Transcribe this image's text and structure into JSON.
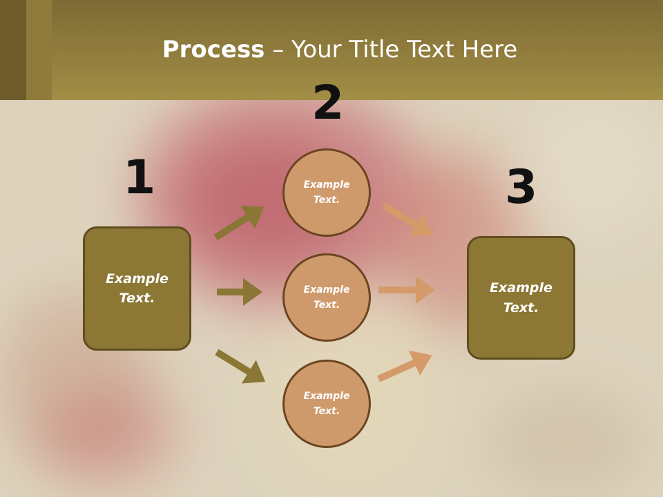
{
  "title": {
    "bold": "Process",
    "rest": " – Your Title Text Here"
  },
  "steps": {
    "one": "1",
    "two": "2",
    "three": "3"
  },
  "left_box": {
    "text": "Example Text."
  },
  "right_box": {
    "text": "Example Text."
  },
  "circles": [
    {
      "text": "Example Text."
    },
    {
      "text": "Example Text."
    },
    {
      "text": "Example Text."
    }
  ],
  "colors": {
    "header": "#a28e45",
    "box_fill": "#8c7734",
    "circle_fill": "#cf9a6b",
    "left_arrows": "#8a7735",
    "right_arrows": "#d49a6a"
  }
}
